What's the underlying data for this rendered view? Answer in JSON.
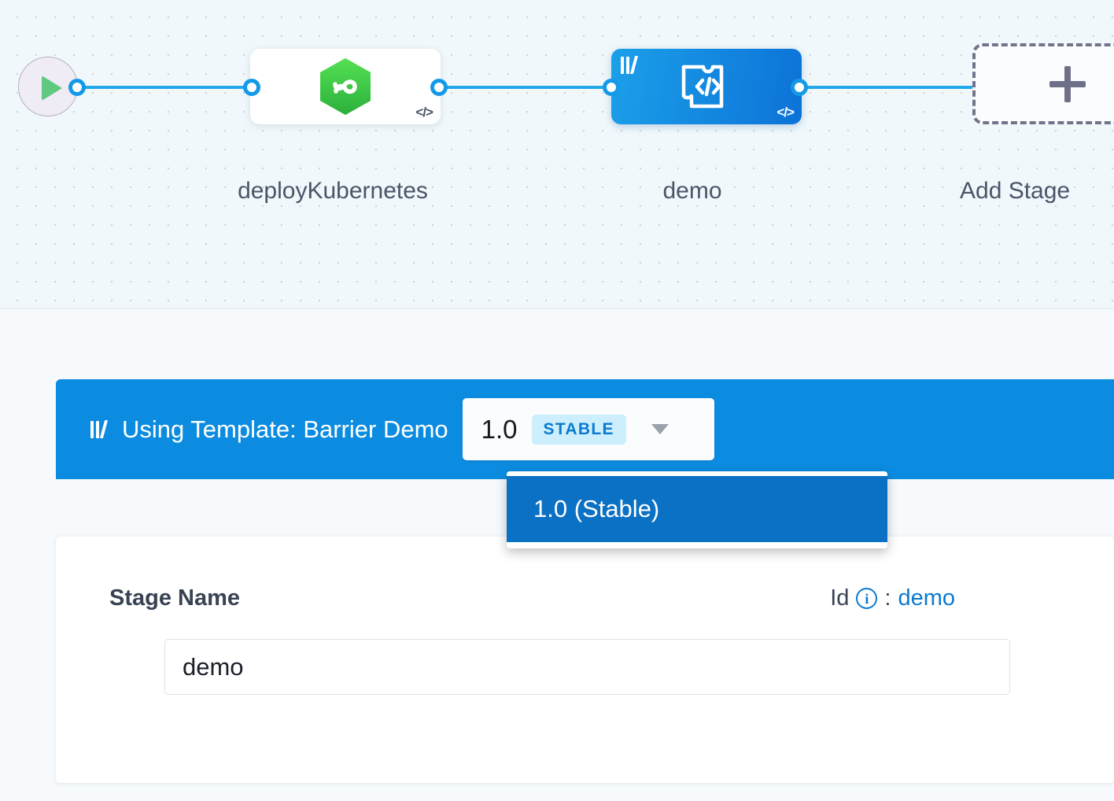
{
  "canvas": {
    "start_node": {
      "icon": "play-icon"
    },
    "nodes": [
      {
        "id": "deployKubernetes",
        "label": "deployKubernetes",
        "icon": "harness-cd-hexagon-icon",
        "code_marker": "</>",
        "selected": false
      },
      {
        "id": "demo",
        "label": "demo",
        "icon": "custom-stage-puzzle-code-icon",
        "template_icon": "template-bars-icon",
        "code_marker": "</>",
        "selected": true
      }
    ],
    "add_stage": {
      "label": "Add Stage",
      "icon": "plus-icon"
    }
  },
  "template_banner": {
    "icon": "template-bars-icon",
    "text": "Using Template: Barrier Demo",
    "version_selector": {
      "value": "1.0",
      "badge": "STABLE",
      "chevron": "chevron-down-icon",
      "expanded": true,
      "options": [
        {
          "label": "1.0 (Stable)",
          "selected": true
        }
      ]
    }
  },
  "stage_form": {
    "name_label": "Stage Name",
    "id_label": "Id",
    "id_info_icon": "info-icon",
    "id_separator": ":",
    "id_value": "demo",
    "name_input_value": "demo",
    "name_input_placeholder": "Stage Name"
  },
  "colors": {
    "brand_blue": "#0c8ce0",
    "node_selected_gradient_start": "#1ba0e9",
    "node_selected_gradient_end": "#0c72d7",
    "edge_blue": "#22a9ec",
    "badge_bg": "#cdeefc",
    "badge_text": "#0a7ad1",
    "dropdown_selected_bg": "#0b71c4",
    "canvas_bg": "#f0f8fb",
    "panel_bg": "#f6fafd",
    "harness_green": "#3fcb45",
    "play_green": "#5fc97f"
  }
}
